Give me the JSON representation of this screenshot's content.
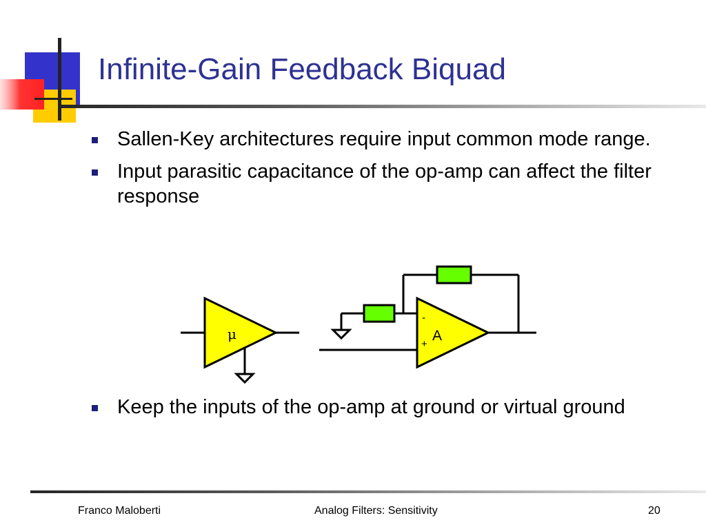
{
  "slide": {
    "title": "Infinite-Gain Feedback Biquad",
    "bullets_top": [
      "Sallen-Key architectures require input common mode range.",
      "Input parasitic capacitance of the op-amp can affect the filter response"
    ],
    "bullets_bottom": [
      "Keep the inputs of the op-amp at ground or virtual ground"
    ]
  },
  "diagram": {
    "unity_amp_label": "μ",
    "opamp_label": "A",
    "opamp_minus_label": "-",
    "opamp_plus_label": "+"
  },
  "footer": {
    "author": "Franco Maloberti",
    "subject": "Analog Filters: Sensitivity",
    "page": "20"
  },
  "colors": {
    "title": "#2e3192",
    "amplifier_fill": "#ffff00",
    "resistor_fill": "#66ff00",
    "logo_blue": "#3333cc",
    "logo_red": "#ff3333",
    "logo_yellow": "#ffcc00"
  }
}
